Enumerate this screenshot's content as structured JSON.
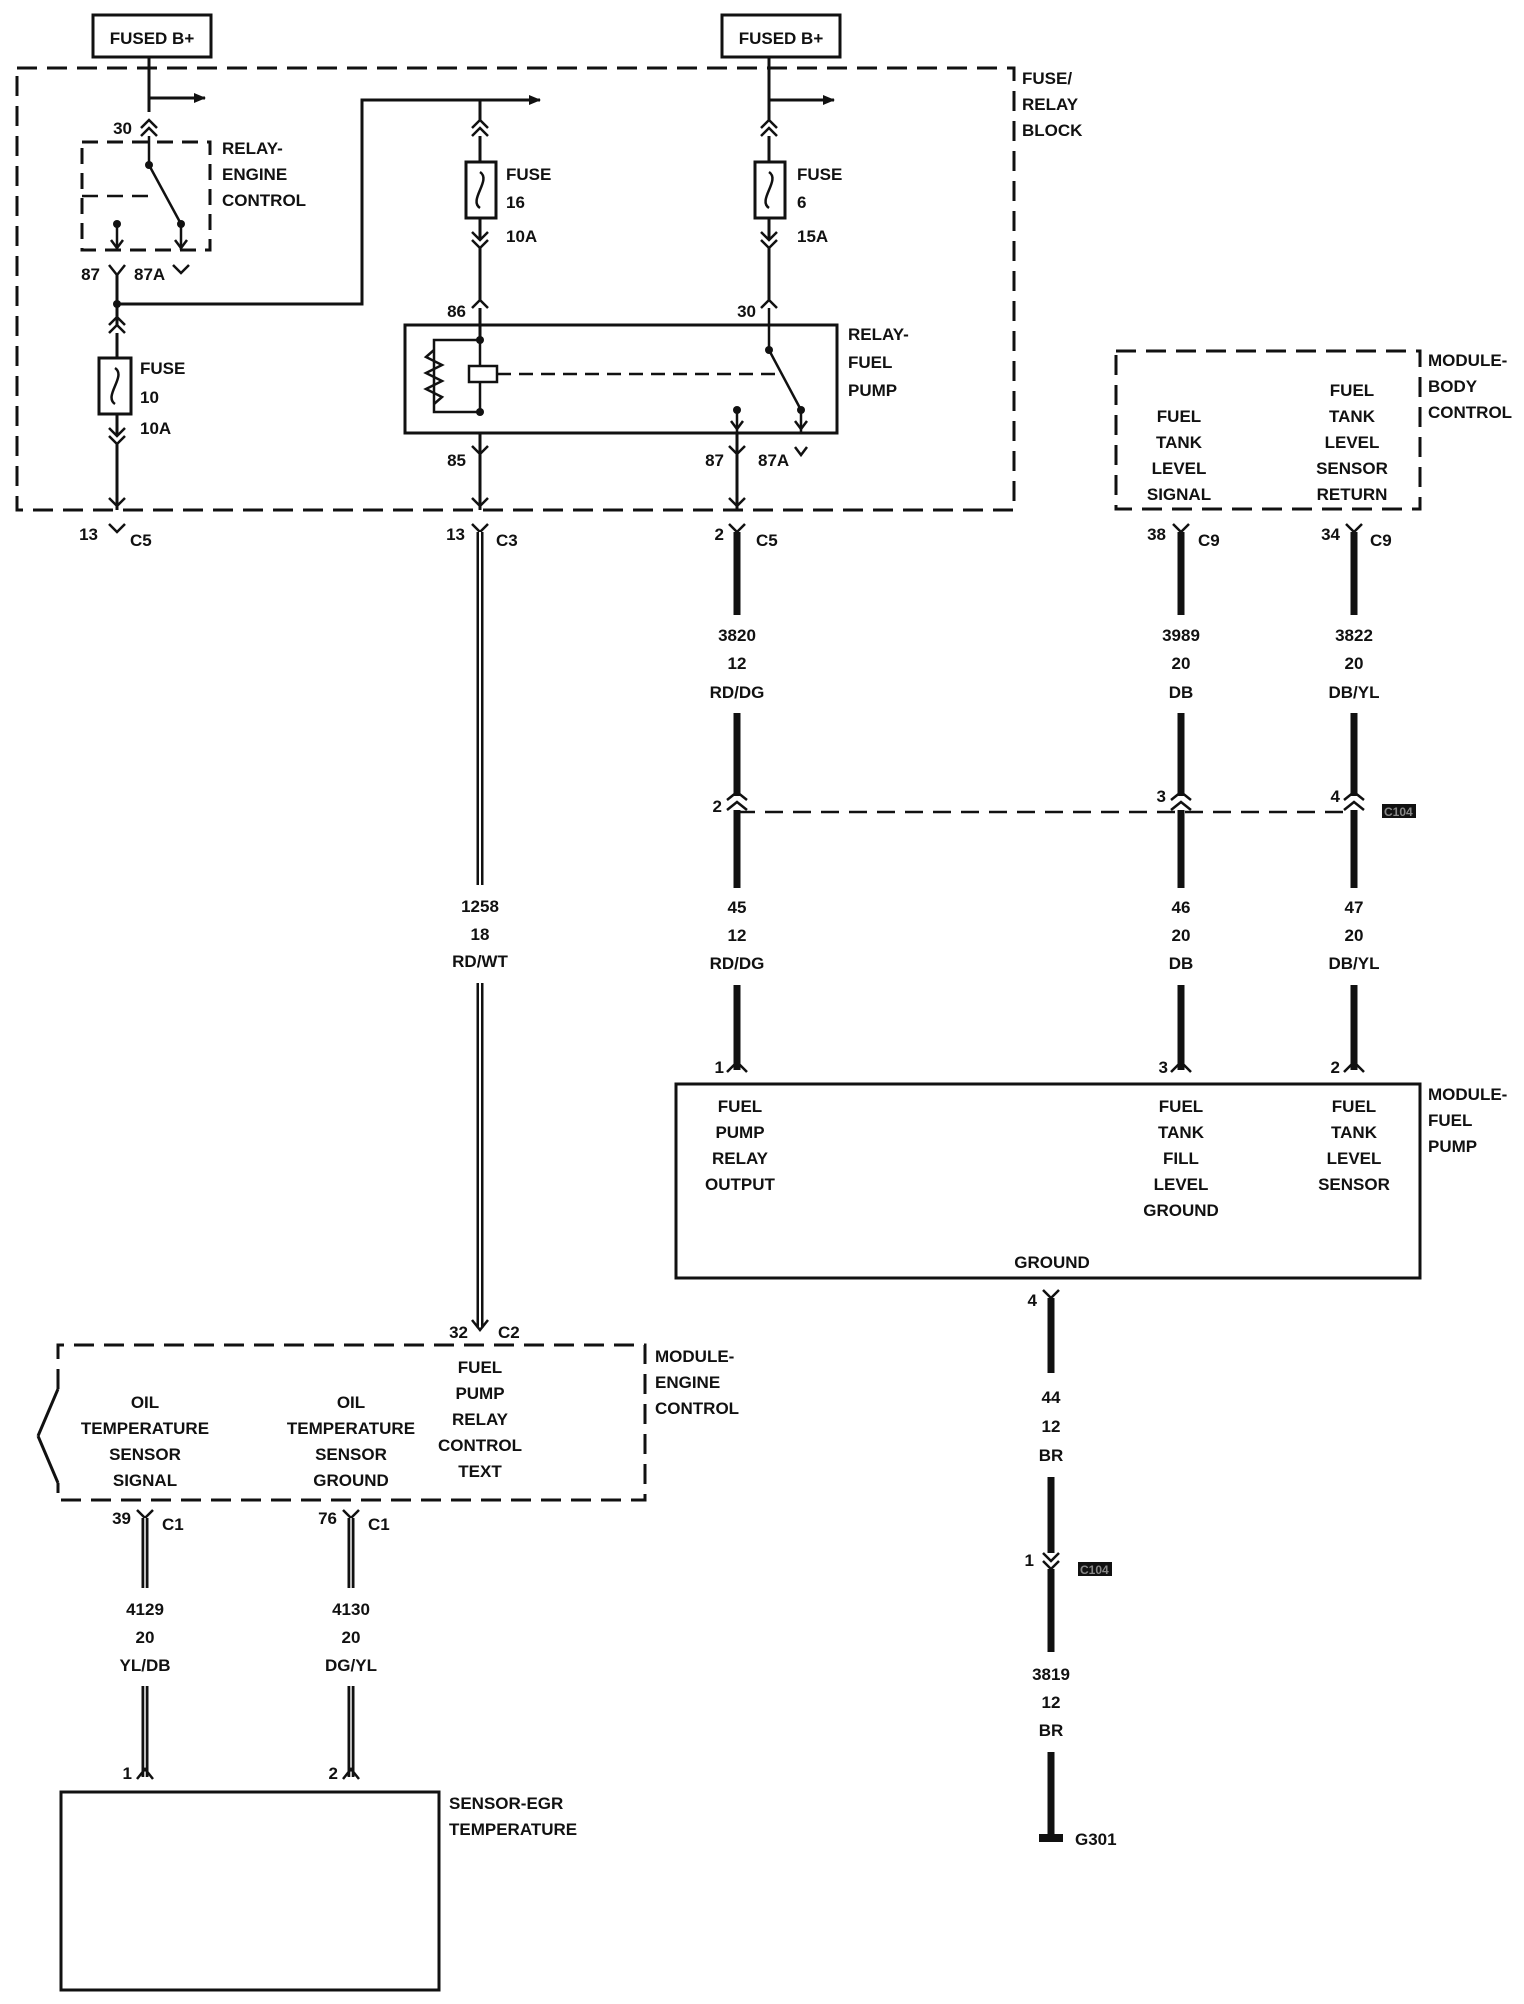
{
  "power": {
    "left": "FUSED B+",
    "right": "FUSED B+"
  },
  "fuse_relay_block": {
    "label": [
      "FUSE/",
      "RELAY",
      "BLOCK"
    ],
    "relay_engine": {
      "label": [
        "RELAY-",
        "ENGINE",
        "CONTROL"
      ],
      "pin30": "30",
      "pin87": "87",
      "pin87a": "87A"
    },
    "fuse10": {
      "label": "FUSE",
      "num": "10",
      "amp": "10A"
    },
    "fuse16": {
      "label": "FUSE",
      "num": "16",
      "amp": "10A"
    },
    "fuse6": {
      "label": "FUSE",
      "num": "6",
      "amp": "15A"
    },
    "relay_fuel": {
      "label": [
        "RELAY-",
        "FUEL",
        "PUMP"
      ],
      "pin86": "86",
      "pin85": "85",
      "pin30": "30",
      "pin87": "87",
      "pin87a": "87A"
    }
  },
  "connectors": {
    "c5_13": {
      "pin": "13",
      "name": "C5"
    },
    "c3_13": {
      "pin": "13",
      "name": "C3"
    },
    "c5_2": {
      "pin": "2",
      "name": "C5"
    },
    "c9_38": {
      "pin": "38",
      "name": "C9"
    },
    "c9_34": {
      "pin": "34",
      "name": "C9"
    },
    "c104": {
      "name": "C104",
      "pin2": "2",
      "pin3": "3",
      "pin4": "4",
      "pin1": "1"
    },
    "c2_32": {
      "pin": "32",
      "name": "C2"
    },
    "c1_39": {
      "pin": "39",
      "name": "C1"
    },
    "c1_76": {
      "pin": "76",
      "name": "C1"
    },
    "fp1": "1",
    "fp3": "3",
    "fp2": "2",
    "fp4": "4",
    "egr1": "1",
    "egr2": "2"
  },
  "wires": {
    "w3820": {
      "circuit": "3820",
      "gauge": "12",
      "color": "RD/DG"
    },
    "w3989": {
      "circuit": "3989",
      "gauge": "20",
      "color": "DB"
    },
    "w3822": {
      "circuit": "3822",
      "gauge": "20",
      "color": "DB/YL"
    },
    "w45": {
      "circuit": "45",
      "gauge": "12",
      "color": "RD/DG"
    },
    "w46": {
      "circuit": "46",
      "gauge": "20",
      "color": "DB"
    },
    "w47": {
      "circuit": "47",
      "gauge": "20",
      "color": "DB/YL"
    },
    "w1258": {
      "circuit": "1258",
      "gauge": "18",
      "color": "RD/WT"
    },
    "w44": {
      "circuit": "44",
      "gauge": "12",
      "color": "BR"
    },
    "w3819": {
      "circuit": "3819",
      "gauge": "12",
      "color": "BR"
    },
    "w4129": {
      "circuit": "4129",
      "gauge": "20",
      "color": "YL/DB"
    },
    "w4130": {
      "circuit": "4130",
      "gauge": "20",
      "color": "DG/YL"
    }
  },
  "module_body": {
    "label": [
      "MODULE-",
      "BODY",
      "CONTROL"
    ],
    "sig1": [
      "FUEL",
      "TANK",
      "LEVEL",
      "SIGNAL"
    ],
    "sig2": [
      "FUEL",
      "TANK",
      "LEVEL",
      "SENSOR",
      "RETURN"
    ]
  },
  "module_fuel_pump": {
    "label": [
      "MODULE-",
      "FUEL",
      "PUMP"
    ],
    "sig1": [
      "FUEL",
      "PUMP",
      "RELAY",
      "OUTPUT"
    ],
    "sig2": [
      "FUEL",
      "TANK",
      "FILL",
      "LEVEL",
      "GROUND"
    ],
    "sig3": [
      "FUEL",
      "TANK",
      "LEVEL",
      "SENSOR"
    ],
    "ground": "GROUND"
  },
  "module_engine": {
    "label": [
      "MODULE-",
      "ENGINE",
      "CONTROL"
    ],
    "sig1": [
      "OIL",
      "TEMPERATURE",
      "SENSOR",
      "SIGNAL"
    ],
    "sig2": [
      "OIL",
      "TEMPERATURE",
      "SENSOR",
      "GROUND"
    ],
    "sig3": [
      "FUEL",
      "PUMP",
      "RELAY",
      "CONTROL",
      "TEXT"
    ]
  },
  "sensor_egr": {
    "label": [
      "SENSOR-EGR",
      "TEMPERATURE"
    ]
  },
  "ground": {
    "label": "G301"
  }
}
